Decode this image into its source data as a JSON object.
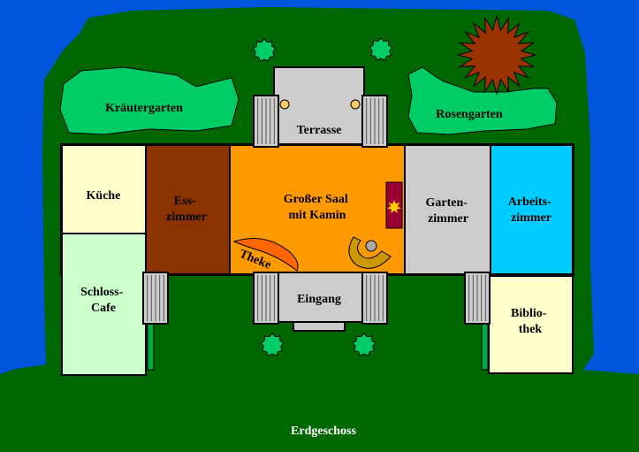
{
  "title": "Erdgeschoss",
  "colors": {
    "water": "#0055dd",
    "grass": "#006600",
    "garden": "#00cc66",
    "kueche": "#ffffcc",
    "schlosscafe": "#ccffcc",
    "esszimmer": "#8b3300",
    "saal": "#ff9900",
    "gartenzimmer": "#cccccc",
    "arbeitszimmer": "#00ccff",
    "bibliothek": "#ffffcc",
    "terrasse": "#cccccc",
    "eingang": "#cccccc",
    "theke": "#ff6600",
    "kamin": "#990033",
    "flame": "#ffcc00",
    "sculpture": "#cc9900",
    "stone": "#aaaaaa",
    "shrub": "#00cc66",
    "sun_bush": "#993300",
    "lamp": "#ffcc66",
    "door": "#00aa44"
  },
  "gardens": {
    "kraeutergarten": "Kräutergarten",
    "rosengarten": "Rosengarten"
  },
  "rooms": {
    "terrasse": "Terrasse",
    "kueche": "Küche",
    "esszimmer": [
      "Ess-",
      "zimmer"
    ],
    "saal": [
      "Großer Saal",
      "mit Kamin"
    ],
    "gartenzimmer": [
      "Garten-",
      "zimmer"
    ],
    "arbeitszimmer": [
      "Arbeits-",
      "zimmer"
    ],
    "schlosscafe": [
      "Schloss-",
      "Cafe"
    ],
    "eingang": "Eingang",
    "bibliothek": [
      "Biblio-",
      "thek"
    ],
    "theke": "Theke"
  },
  "icons": {
    "shrubs": "shrub-icon",
    "sun_bush": "sun-bush-icon",
    "fireplace": "fireplace-icon",
    "lamps": "lamp-icon",
    "columns": "column-icon"
  }
}
